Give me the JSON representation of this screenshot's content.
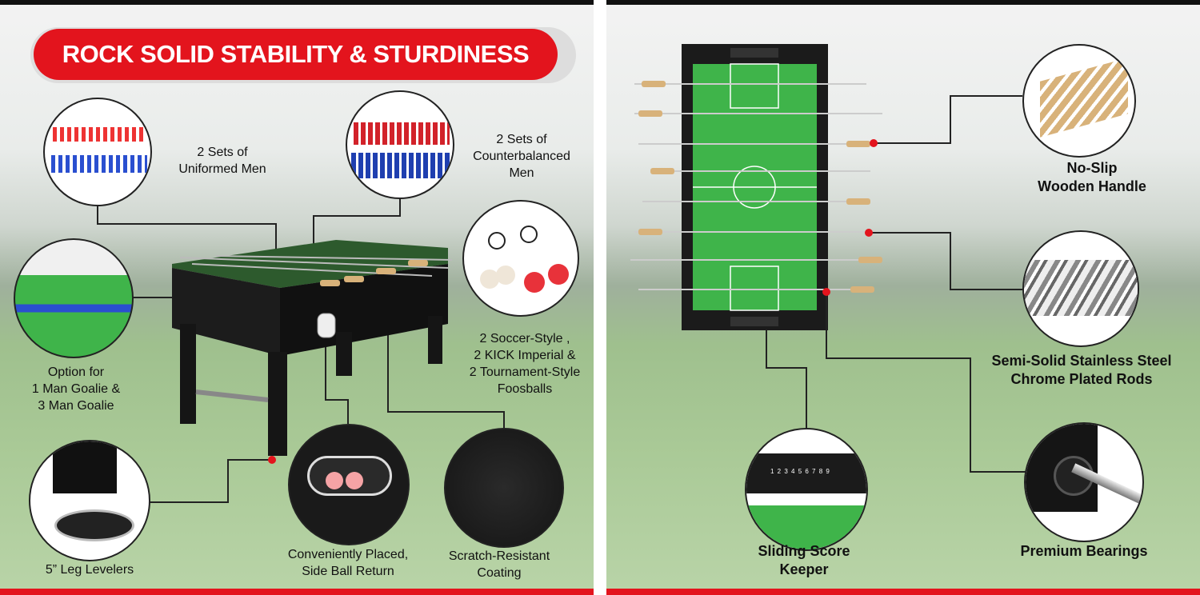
{
  "left_panel": {
    "header": "ROCK SOLID STABILITY & STURDINESS",
    "features": [
      {
        "lines": [
          "2 Sets of",
          "Uniformed Men"
        ]
      },
      {
        "lines": [
          "2 Sets of",
          "Counterbalanced",
          "Men"
        ]
      },
      {
        "lines": [
          "Option for",
          "1 Man Goalie &",
          "3 Man Goalie"
        ]
      },
      {
        "lines": [
          "2 Soccer-Style ,",
          "2 KICK Imperial &",
          "2 Tournament-Style",
          "Foosballs"
        ]
      },
      {
        "lines": [
          "5” Leg Levelers"
        ]
      },
      {
        "lines": [
          "Conveniently Placed,",
          "Side Ball Return"
        ]
      },
      {
        "lines": [
          "Scratch-Resistant",
          "Coating"
        ]
      }
    ]
  },
  "right_panel": {
    "features": [
      {
        "lines": [
          "No-Slip",
          "Wooden Handle"
        ]
      },
      {
        "lines": [
          "Semi-Solid Stainless Steel",
          "Chrome Plated Rods"
        ]
      },
      {
        "lines": [
          "Sliding Score",
          "Keeper"
        ]
      },
      {
        "lines": [
          "Premium Bearings"
        ]
      }
    ],
    "score_digits": "1 2 3 4 5 6 7 8 9"
  },
  "colors": {
    "accent": "#e3141d",
    "field": "#3fb44a",
    "table": "#1b1b1b"
  }
}
